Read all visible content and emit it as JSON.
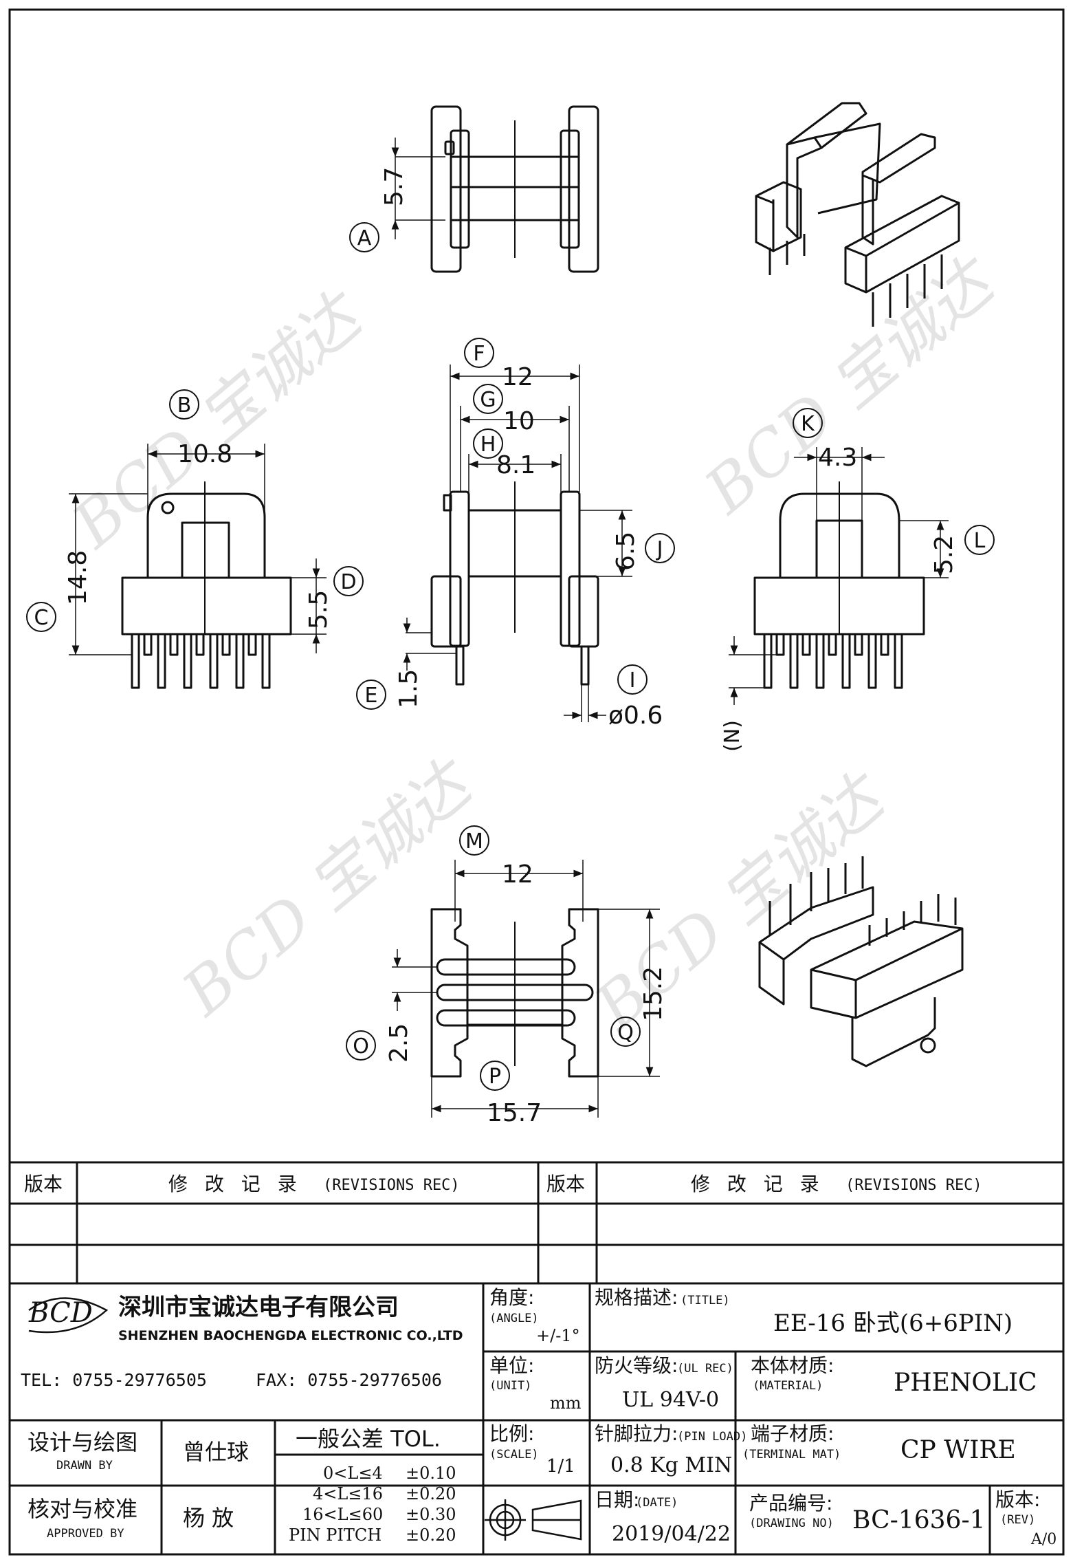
{
  "views": {
    "top": {
      "dims": {
        "A": "5.7"
      }
    },
    "front": {
      "dims": {
        "B": "10.8",
        "C": "14.8",
        "D": "5.5"
      }
    },
    "side": {
      "dims": {
        "F": "12",
        "G": "10",
        "H": "8.1",
        "J": "6.5",
        "E": "1.5",
        "I": "ø0.6"
      }
    },
    "right": {
      "dims": {
        "K": "4.3",
        "L": "5.2",
        "N": ""
      }
    },
    "bottom": {
      "dims": {
        "M": "12",
        "O": "2.5",
        "Q": "15.2",
        "P": "15.7"
      }
    }
  },
  "callouts": {
    "A": "A",
    "B": "B",
    "C": "C",
    "D": "D",
    "E": "E",
    "F": "F",
    "G": "G",
    "H": "H",
    "I": "I",
    "J": "J",
    "K": "K",
    "L": "L",
    "M": "M",
    "N": "(N)",
    "O": "O",
    "P": "P",
    "Q": "Q"
  },
  "revisions": {
    "ver_label": "版本",
    "title_cn": "修 改 记 录",
    "title_en": "(REVISIONS REC)"
  },
  "company": {
    "logo": "BCD",
    "name_cn": "深圳市宝诚达电子有限公司",
    "name_en": "SHENZHEN BAOCHENGDA ELECTRONIC CO.,LTD",
    "tel": "TEL: 0755-29776505",
    "fax": "FAX: 0755-29776506"
  },
  "titleblock": {
    "angle_cn": "角度:",
    "angle_en": "(ANGLE)",
    "angle_val": "+/-1°",
    "title_cn": "规格描述:",
    "title_en": "(TITLE)",
    "title_val": "EE-16 卧式(6+6PIN)",
    "unit_cn": "单位:",
    "unit_en": "(UNIT)",
    "unit_val": "mm",
    "ul_cn": "防火等级:",
    "ul_en": "(UL REC)",
    "ul_val": "UL 94V-0",
    "mat_cn": "本体材质:",
    "mat_en": "(MATERIAL)",
    "mat_val": "PHENOLIC",
    "scale_cn": "比例:",
    "scale_en": "(SCALE)",
    "scale_val": "1/1",
    "pin_cn": "针脚拉力:",
    "pin_en": "(PIN LOAD)",
    "pin_val": "0.8 Kg MIN",
    "term_cn": "端子材质:",
    "term_en": "(TERMINAL MAT)",
    "term_val": "CP WIRE",
    "date_cn": "日期:",
    "date_en": "(DATE)",
    "date_val": "2019/04/22",
    "dwg_cn": "产品编号:",
    "dwg_en": "(DRAWING NO)",
    "dwg_val": "BC-1636-1",
    "rev_cn": "版本:",
    "rev_en": "(REV)",
    "rev_val": "A/0",
    "drawn_cn": "设计与绘图",
    "drawn_en": "DRAWN BY",
    "drawn_val": "曾仕球",
    "appr_cn": "核对与校准",
    "appr_en": "APPROVED BY",
    "appr_val": "杨  放",
    "tol_title": "一般公差 TOL.",
    "tol_rows": [
      {
        "range": "0<L≤4",
        "val": "±0.10"
      },
      {
        "range": "4<L≤16",
        "val": "±0.20"
      },
      {
        "range": "16<L≤60",
        "val": "±0.30"
      },
      {
        "range": "PIN PITCH",
        "val": "±0.20"
      }
    ]
  },
  "watermark": "BCD 宝诚达"
}
